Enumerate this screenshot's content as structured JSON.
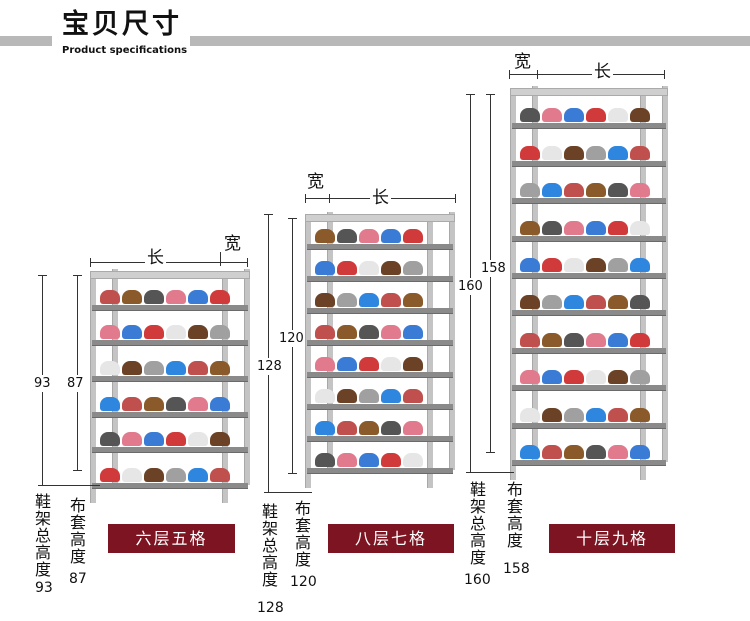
{
  "header": {
    "title": "宝贝尺寸",
    "subtitle": "Product specifications"
  },
  "dims": {
    "length_label": "长",
    "width_label": "宽"
  },
  "racks": [
    {
      "id": "six",
      "badge": "六层五格",
      "shelves": 6,
      "total_height": "93",
      "cover_height": "87",
      "total_caption": "鞋架总高度",
      "cover_caption": "布套高度",
      "total_caption_value": "93",
      "cover_caption_value": "87"
    },
    {
      "id": "eight",
      "badge": "八层七格",
      "shelves": 8,
      "total_height": "128",
      "cover_height": "120",
      "total_caption": "鞋架总高度",
      "cover_caption": "布套高度",
      "total_caption_value": "128",
      "cover_caption_value": "120"
    },
    {
      "id": "ten",
      "badge": "十层九格",
      "shelves": 10,
      "total_height": "160",
      "cover_height": "158",
      "total_caption": "鞋架总高度",
      "cover_caption": "布套高度",
      "total_caption_value": "160",
      "cover_caption_value": "158"
    }
  ],
  "colors": {
    "badge_bg": "#7d1422",
    "header_bar": "#b8b8b8",
    "shelf": "#8a8a8a",
    "post": "#c4c4c4",
    "shoe_palette": [
      "#c0504d",
      "#8b5a2b",
      "#555555",
      "#e07a8c",
      "#3a7bd5",
      "#d13a3a",
      "#e6e6e6",
      "#6b4226",
      "#a0a0a0",
      "#2e86de"
    ]
  }
}
